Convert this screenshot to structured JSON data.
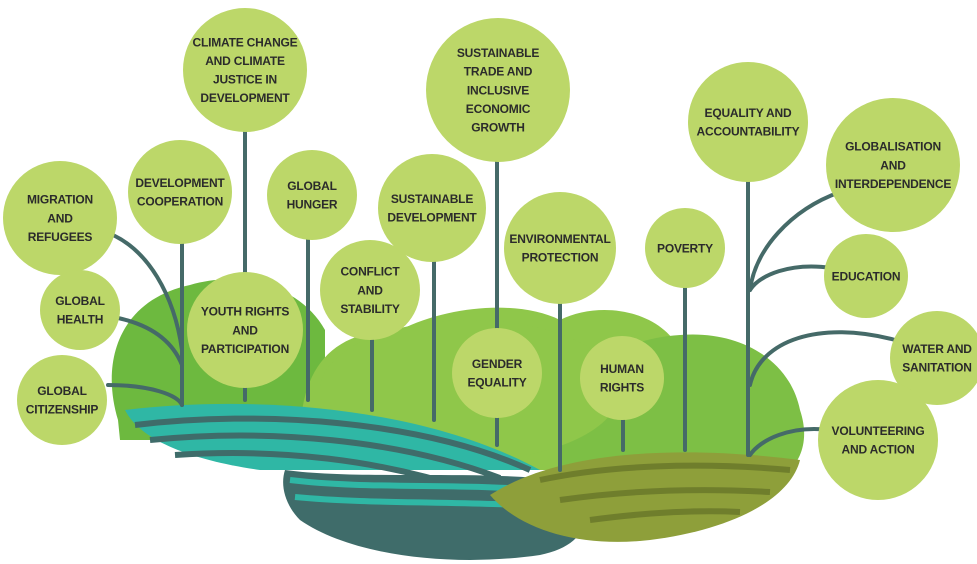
{
  "topics": [
    {
      "id": "migration",
      "lines": [
        "MIGRATION",
        "AND",
        "REFUGEES"
      ]
    },
    {
      "id": "global-health",
      "lines": [
        "GLOBAL",
        "HEALTH"
      ]
    },
    {
      "id": "global-citizenship",
      "lines": [
        "GLOBAL",
        "CITIZENSHIP"
      ]
    },
    {
      "id": "development-cooperation",
      "lines": [
        "DEVELOPMENT",
        "COOPERATION"
      ]
    },
    {
      "id": "climate-change",
      "lines": [
        "CLIMATE CHANGE",
        "AND CLIMATE",
        "JUSTICE IN",
        "DEVELOPMENT"
      ]
    },
    {
      "id": "youth-rights",
      "lines": [
        "YOUTH RIGHTS",
        "AND",
        "PARTICIPATION"
      ]
    },
    {
      "id": "global-hunger",
      "lines": [
        "GLOBAL",
        "HUNGER"
      ]
    },
    {
      "id": "conflict-stability",
      "lines": [
        "CONFLICT",
        "AND",
        "STABILITY"
      ]
    },
    {
      "id": "sustainable-development",
      "lines": [
        "SUSTAINABLE",
        "DEVELOPMENT"
      ]
    },
    {
      "id": "sustainable-trade",
      "lines": [
        "SUSTAINABLE",
        "TRADE AND",
        "INCLUSIVE",
        "ECONOMIC",
        "GROWTH"
      ]
    },
    {
      "id": "gender-equality",
      "lines": [
        "GENDER",
        "EQUALITY"
      ]
    },
    {
      "id": "environmental-protection",
      "lines": [
        "ENVIRONMENTAL",
        "PROTECTION"
      ]
    },
    {
      "id": "human-rights",
      "lines": [
        "HUMAN",
        "RIGHTS"
      ]
    },
    {
      "id": "poverty",
      "lines": [
        "POVERTY"
      ]
    },
    {
      "id": "equality-accountability",
      "lines": [
        "EQUALITY AND",
        "ACCOUNTABILITY"
      ]
    },
    {
      "id": "globalisation",
      "lines": [
        "GLOBALISATION",
        "AND",
        "INTERDEPENDENCE"
      ]
    },
    {
      "id": "education",
      "lines": [
        "EDUCATION"
      ]
    },
    {
      "id": "water-sanitation",
      "lines": [
        "WATER AND",
        "SANITATION"
      ]
    },
    {
      "id": "volunteering",
      "lines": [
        "VOLUNTEERING",
        "AND ACTION"
      ]
    }
  ],
  "colors": {
    "bubble": "#bcd769",
    "hill_dark": "#6db93f",
    "hill_light": "#8fc74a",
    "stem": "#456a68",
    "teal": "#2fb7a5",
    "teal_dark": "#3f6c6a",
    "olive": "#8e9f3a",
    "olive_dark": "#6f7e2c",
    "text": "#2b2b2b"
  }
}
